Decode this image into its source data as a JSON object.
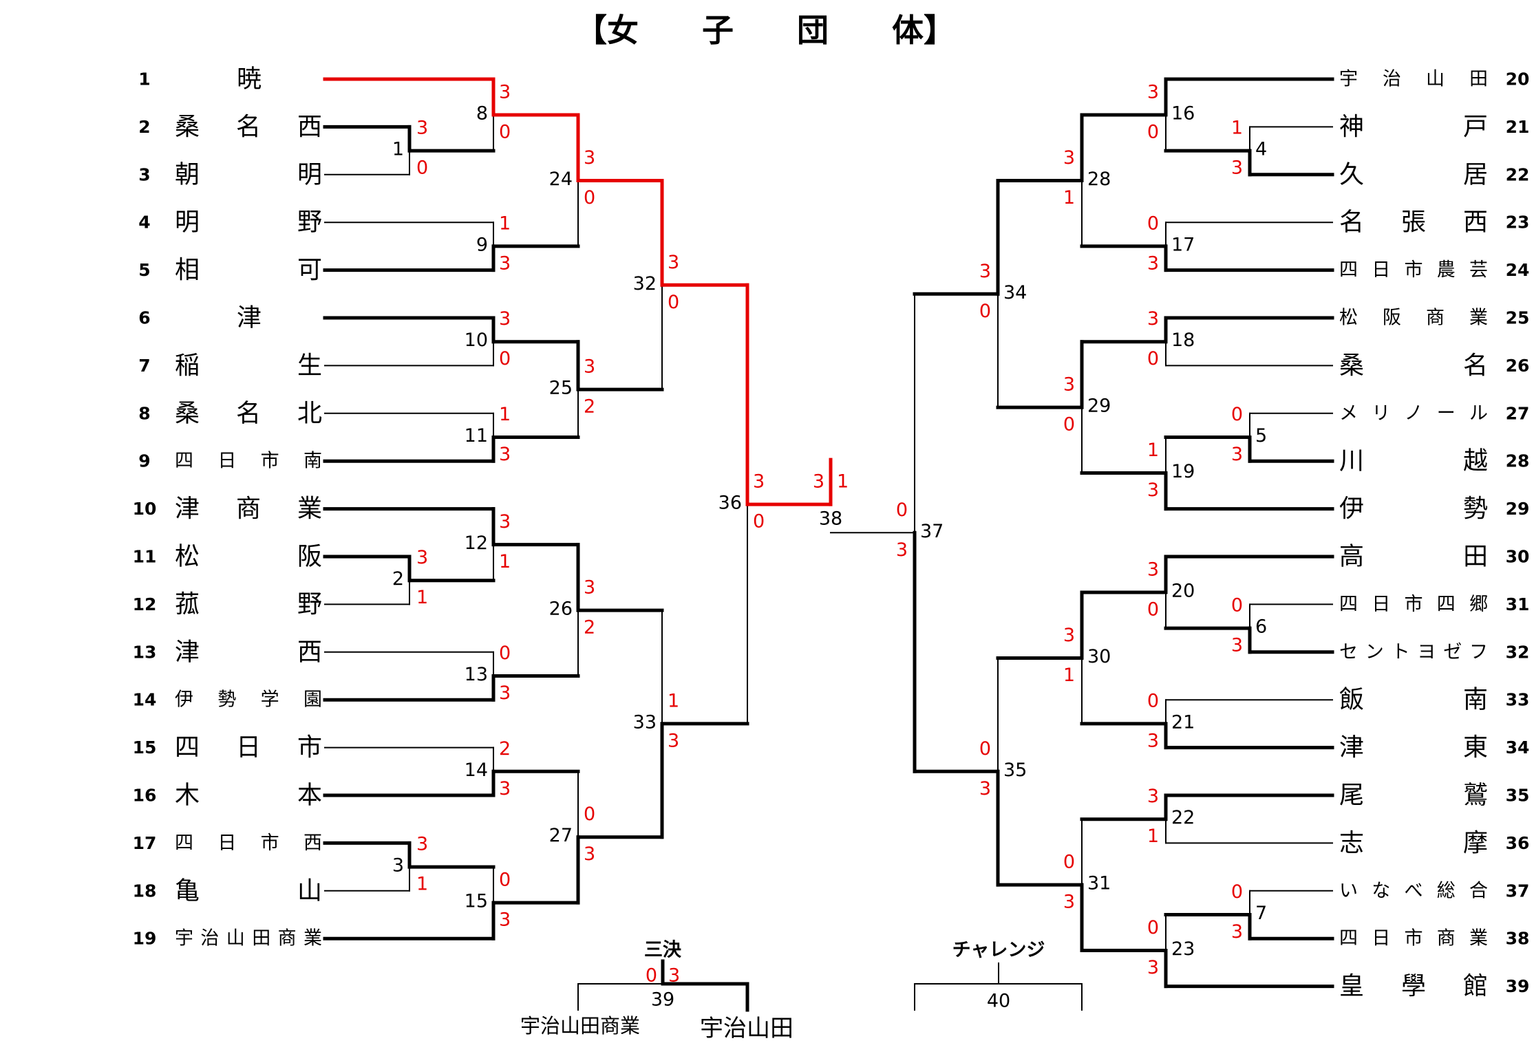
{
  "title": "【女　　子　　団　　体】",
  "colors": {
    "winner_path": "#e60000",
    "score": "#e60000",
    "line": "#000000"
  },
  "left_teams": [
    {
      "seed": "1",
      "name": "暁"
    },
    {
      "seed": "2",
      "name": "桑　名　西"
    },
    {
      "seed": "3",
      "name": "朝　　　明"
    },
    {
      "seed": "4",
      "name": "明　　　野"
    },
    {
      "seed": "5",
      "name": "相　　　可"
    },
    {
      "seed": "6",
      "name": "津"
    },
    {
      "seed": "7",
      "name": "稲　　　生"
    },
    {
      "seed": "8",
      "name": "桑　名　北"
    },
    {
      "seed": "9",
      "name": "四 日 市 南"
    },
    {
      "seed": "10",
      "name": "津　商　業"
    },
    {
      "seed": "11",
      "name": "松　　　阪"
    },
    {
      "seed": "12",
      "name": "菰　　　野"
    },
    {
      "seed": "13",
      "name": "津　　　西"
    },
    {
      "seed": "14",
      "name": "伊 勢 学 園"
    },
    {
      "seed": "15",
      "name": "四　日　市"
    },
    {
      "seed": "16",
      "name": "木　　　本"
    },
    {
      "seed": "17",
      "name": "四 日 市 西"
    },
    {
      "seed": "18",
      "name": "亀　　　山"
    },
    {
      "seed": "19",
      "name": "宇治山田商業"
    }
  ],
  "right_teams": [
    {
      "seed": "20",
      "name": "宇 治 山 田"
    },
    {
      "seed": "21",
      "name": "神　　　戸"
    },
    {
      "seed": "22",
      "name": "久　　　居"
    },
    {
      "seed": "23",
      "name": "名　張　西"
    },
    {
      "seed": "24",
      "name": "四日市農芸"
    },
    {
      "seed": "25",
      "name": "松 阪 商 業"
    },
    {
      "seed": "26",
      "name": "桑　　　名"
    },
    {
      "seed": "27",
      "name": "メリノール"
    },
    {
      "seed": "28",
      "name": "川　　　越"
    },
    {
      "seed": "29",
      "name": "伊　　　勢"
    },
    {
      "seed": "30",
      "name": "高　　　田"
    },
    {
      "seed": "31",
      "name": "四日市四郷"
    },
    {
      "seed": "32",
      "name": "セントヨゼフ"
    },
    {
      "seed": "33",
      "name": "飯　　　南"
    },
    {
      "seed": "34",
      "name": "津　　　東"
    },
    {
      "seed": "35",
      "name": "尾　　　鷲"
    },
    {
      "seed": "36",
      "name": "志　　　摩"
    },
    {
      "seed": "37",
      "name": "いなべ総合"
    },
    {
      "seed": "38",
      "name": "四日市商業"
    },
    {
      "seed": "39",
      "name": "皇　學　館"
    }
  ],
  "matches": [
    {
      "no": "1",
      "scores": [
        "3",
        "0"
      ]
    },
    {
      "no": "2",
      "scores": [
        "3",
        "1"
      ]
    },
    {
      "no": "3",
      "scores": [
        "3",
        "1"
      ]
    },
    {
      "no": "4",
      "scores": [
        "1",
        "3"
      ]
    },
    {
      "no": "5",
      "scores": [
        "0",
        "3"
      ]
    },
    {
      "no": "6",
      "scores": [
        "0",
        "3"
      ]
    },
    {
      "no": "7",
      "scores": [
        "0",
        "3"
      ]
    },
    {
      "no": "8",
      "scores": [
        "3",
        "0"
      ]
    },
    {
      "no": "9",
      "scores": [
        "1",
        "3"
      ]
    },
    {
      "no": "10",
      "scores": [
        "3",
        "0"
      ]
    },
    {
      "no": "11",
      "scores": [
        "1",
        "3"
      ]
    },
    {
      "no": "12",
      "scores": [
        "3",
        "1"
      ]
    },
    {
      "no": "13",
      "scores": [
        "0",
        "3"
      ]
    },
    {
      "no": "14",
      "scores": [
        "2",
        "3"
      ]
    },
    {
      "no": "15",
      "scores": [
        "0",
        "3"
      ]
    },
    {
      "no": "16",
      "scores": [
        "3",
        "0"
      ]
    },
    {
      "no": "17",
      "scores": [
        "0",
        "3"
      ]
    },
    {
      "no": "18",
      "scores": [
        "3",
        "0"
      ]
    },
    {
      "no": "19",
      "scores": [
        "1",
        "3"
      ]
    },
    {
      "no": "20",
      "scores": [
        "3",
        "0"
      ]
    },
    {
      "no": "21",
      "scores": [
        "0",
        "3"
      ]
    },
    {
      "no": "22",
      "scores": [
        "3",
        "1"
      ]
    },
    {
      "no": "23",
      "scores": [
        "0",
        "3"
      ]
    },
    {
      "no": "24",
      "scores": [
        "3",
        "0"
      ]
    },
    {
      "no": "25",
      "scores": [
        "3",
        "2"
      ]
    },
    {
      "no": "26",
      "scores": [
        "3",
        "2"
      ]
    },
    {
      "no": "27",
      "scores": [
        "0",
        "3"
      ]
    },
    {
      "no": "28",
      "scores": [
        "3",
        "1"
      ]
    },
    {
      "no": "29",
      "scores": [
        "3",
        "0"
      ]
    },
    {
      "no": "30",
      "scores": [
        "3",
        "1"
      ]
    },
    {
      "no": "31",
      "scores": [
        "0",
        "3"
      ]
    },
    {
      "no": "32",
      "scores": [
        "3",
        "0"
      ]
    },
    {
      "no": "33",
      "scores": [
        "1",
        "3"
      ]
    },
    {
      "no": "34",
      "scores": [
        "3",
        "0"
      ]
    },
    {
      "no": "35",
      "scores": [
        "0",
        "3"
      ]
    },
    {
      "no": "36",
      "scores": [
        "3",
        "0"
      ]
    },
    {
      "no": "37",
      "scores": [
        "0",
        "3"
      ]
    },
    {
      "no": "38",
      "scores": [
        "3",
        "1"
      ]
    }
  ],
  "third_place": {
    "label": "三決",
    "no": "39",
    "scores": [
      "0",
      "3"
    ],
    "left_name": "宇治山田商業",
    "right_name": "宇治山田"
  },
  "challenge": {
    "label": "チャレンジ",
    "no": "40"
  }
}
